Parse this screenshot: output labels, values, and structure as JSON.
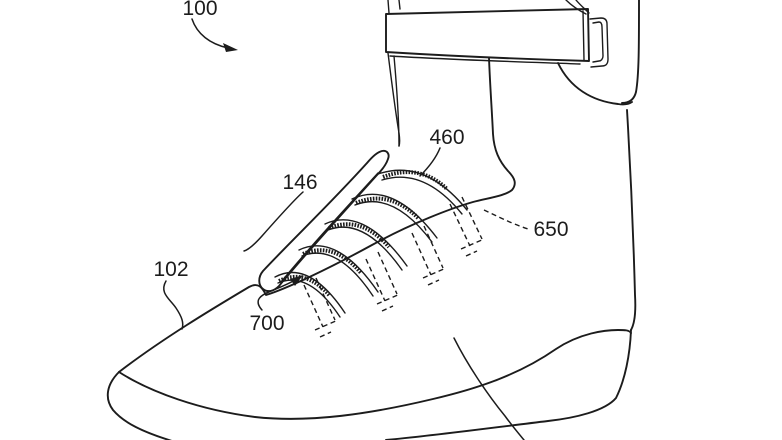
{
  "figure": {
    "kind": "patent-line-drawing",
    "subject": "High-top athletic shoe with ankle strap, lace cover and five lacing straps having hidden (dashed) extensions",
    "background_color": "#ffffff",
    "line_color": "#1c1c1c"
  },
  "labels": {
    "l100": {
      "text": "100"
    },
    "l146": {
      "text": "146"
    },
    "l460": {
      "text": "460"
    },
    "l650": {
      "text": "650"
    },
    "l102": {
      "text": "102"
    },
    "l700": {
      "text": "700"
    }
  }
}
